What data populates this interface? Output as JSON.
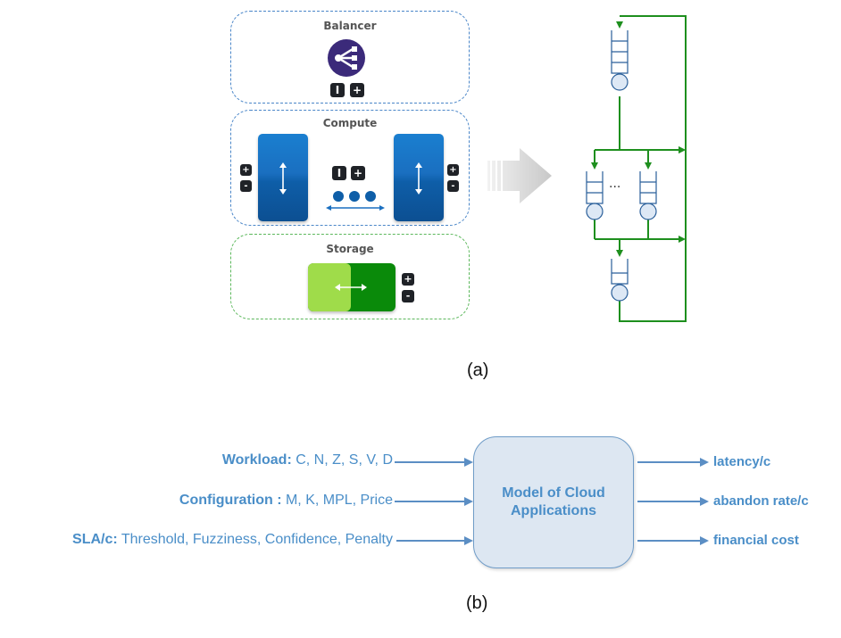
{
  "figure_a": {
    "tiers": {
      "balancer": "Balancer",
      "compute": "Compute",
      "storage": "Storage"
    },
    "controls": {
      "minus": "-",
      "plus": "+",
      "minus_bar": "I"
    },
    "queue_ellipsis": "...",
    "caption": "(a)",
    "colors": {
      "tier_border": "#4a86c8",
      "storage_border": "#5cb85c",
      "queue_lines": "#1e8f1e",
      "vm_blue": "#1a6fc0",
      "storage_green": "#0a8a0a",
      "storage_light": "#9fdc4a"
    }
  },
  "figure_b": {
    "inputs": [
      {
        "key": "Workload:",
        "value": " C, N, Z, S, V, D"
      },
      {
        "key": "Configuration :",
        "value": " M, K, MPL, Price"
      },
      {
        "key": "SLA/c:",
        "value": " Threshold, Fuzziness, Confidence, Penalty"
      }
    ],
    "model": {
      "line1": "Model of Cloud",
      "line2": "Applications"
    },
    "outputs": [
      "latency/c",
      "abandon rate/c",
      "financial cost"
    ],
    "caption": "(b)",
    "colors": {
      "text": "#4a8ec8",
      "box_fill": "#dde7f2",
      "box_border": "#6f9cc8",
      "arrow": "#5b8ec4"
    }
  }
}
